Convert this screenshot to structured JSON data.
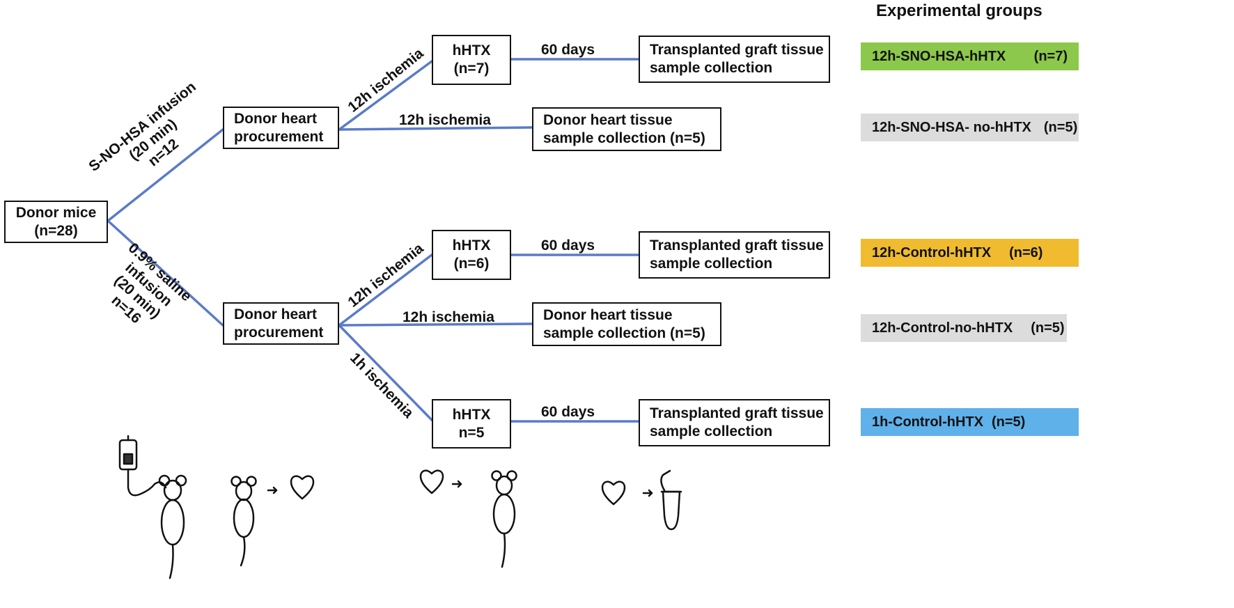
{
  "heading": "Experimental groups",
  "root": {
    "line1": "Donor  mice",
    "line2": "(n=28)"
  },
  "branches": {
    "sno": {
      "line1": "S-NO-HSA infusion",
      "line2": "(20 min)",
      "line3": "n=12"
    },
    "saline": {
      "line1": "0.9% saline",
      "line2": "infusion",
      "line3": "(20 min)",
      "line4": "n=16"
    }
  },
  "procurement": {
    "line1": "Donor heart",
    "line2": "procurement"
  },
  "edge_labels": {
    "ischemia_12h": "12h ischemia",
    "ischemia_1h": "1h ischemia",
    "days_60": "60 days"
  },
  "hhtx_boxes": [
    {
      "line1": "hHTX",
      "line2": "(n=7)"
    },
    {
      "line1": "hHTX",
      "line2": "(n=6)"
    },
    {
      "line1": "hHTX",
      "line2": "n=5"
    }
  ],
  "graft_collection": {
    "line1": "Transplanted graft tissue",
    "line2": "sample collection"
  },
  "donor_collection": {
    "line1": "Donor heart tissue",
    "line2": "sample collection (n=5)"
  },
  "groups": [
    {
      "name": "12h-SNO-HSA-hHTX",
      "count": "(n=7)",
      "color": "#8cc84b"
    },
    {
      "name": "12h-SNO-HSA- no-hHTX",
      "count": "(n=5)",
      "color": "#dcdcdc"
    },
    {
      "name": "12h-Control-hHTX",
      "count": "(n=6)",
      "color": "#f0bb2e"
    },
    {
      "name": "12h-Control-no-hHTX",
      "count": "(n=5)",
      "color": "#dcdcdc"
    },
    {
      "name": "1h-Control-hHTX",
      "count": "(n=5)",
      "color": "#5fb1ea"
    }
  ],
  "colors": {
    "connector": "#5a7bc8",
    "box_border": "#111111"
  },
  "icons": [
    "infusion-bag-icon",
    "mouse-icon",
    "arrow-icon",
    "heart-icon",
    "mouse-icon",
    "heart-icon",
    "arrow-icon",
    "mouse-icon",
    "heart-icon",
    "arrow-icon",
    "sample-tube-icon"
  ]
}
